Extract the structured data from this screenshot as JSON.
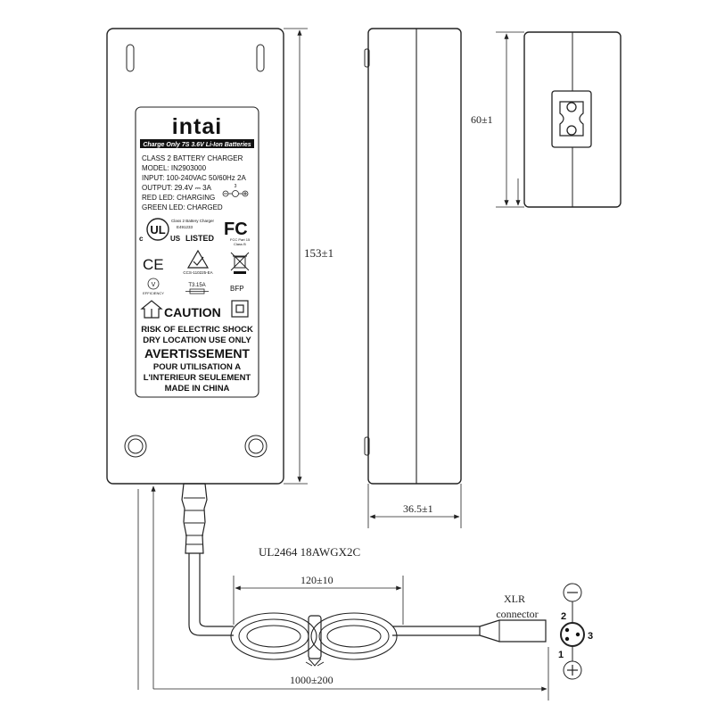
{
  "label": {
    "brand": "intai",
    "banner": "Charge Only 7S 3.6V Li-Ion Batteries",
    "lines": [
      "CLASS 2 BATTERY CHARGER",
      "MODEL: IN2903000",
      "INPUT: 100-240VAC 50/60Hz  2A",
      "OUTPUT: 29.4V ⎓ 3A",
      "RED LED: CHARGING",
      "GREEN LED: CHARGED"
    ],
    "polarity_num": "3",
    "ul_listed": "LISTED",
    "ul_c": "c",
    "ul_us": "US",
    "ul_note1": "Class 2 Battery Charger",
    "ul_note2": "E491233",
    "fcc": "FC",
    "fcc_note1": "FCC Part 15",
    "fcc_note2": "Class B",
    "ce": "CE",
    "rcm_code": "CCS-110225-EA",
    "efficiency": "V",
    "efficiency_label": "EFFICIENCY",
    "fuse": "T3.15A",
    "bfp": "BFP",
    "caution": "CAUTION",
    "warn_en1": "RISK OF ELECTRIC SHOCK",
    "warn_en2": "DRY LOCATION USE ONLY",
    "avertissement": "AVERTISSEMENT",
    "warn_fr1": "POUR UTILISATION A",
    "warn_fr2": "L'INTERIEUR SEULEMENT",
    "made_in": "MADE IN CHINA"
  },
  "dimensions": {
    "length": "153±1",
    "height": "60±1",
    "thickness": "36.5±1",
    "coil": "120±10",
    "cable_length": "1000±200"
  },
  "cable": {
    "spec": "UL2464 18AWGX2C"
  },
  "connector": {
    "name_line1": "XLR",
    "name_line2": "connector",
    "pin2": "2",
    "pin3": "3",
    "pin1": "1",
    "minus": "−",
    "plus": "+"
  }
}
